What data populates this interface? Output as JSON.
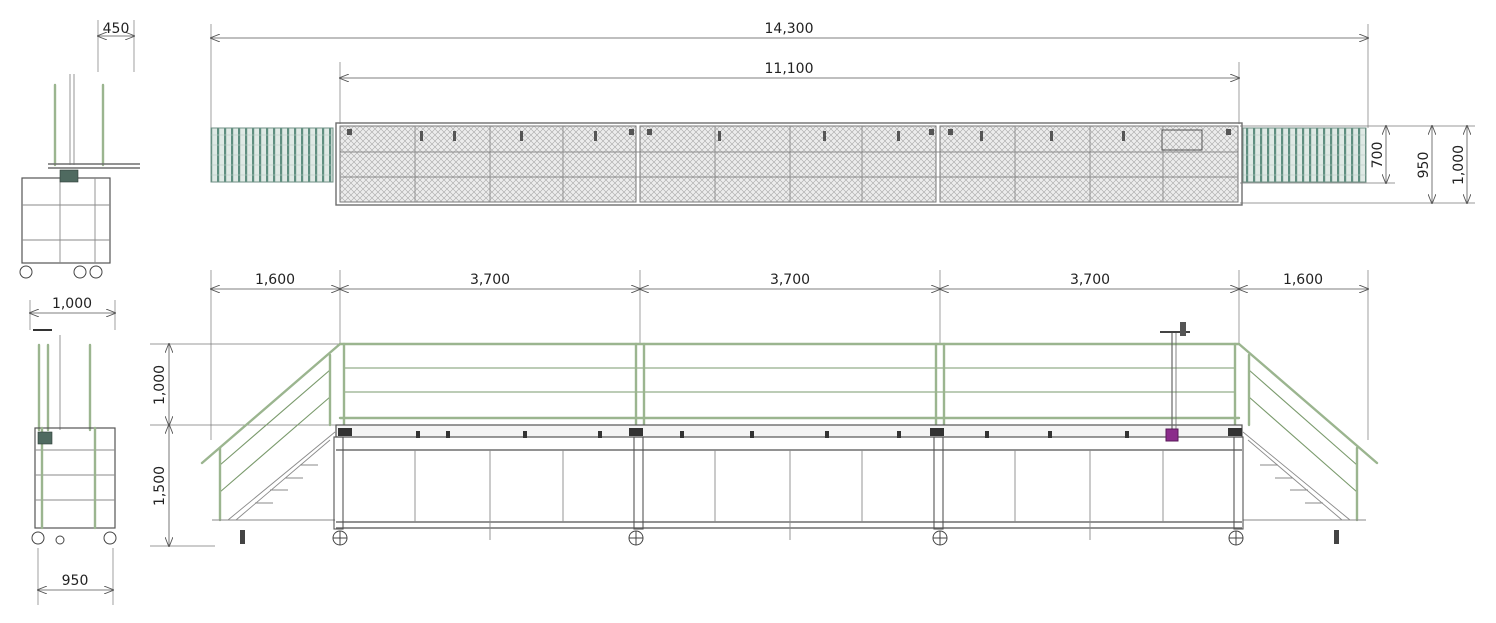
{
  "dimensions": {
    "total_length": "14,300",
    "platform_length": "11,100",
    "top_depth_1": "700",
    "top_depth_2": "950",
    "top_depth_3": "1,000",
    "stair_left": "1,600",
    "span_1": "3,700",
    "span_2": "3,700",
    "span_3": "3,700",
    "stair_right": "1,600",
    "rail_height": "1,000",
    "deck_height": "1,500",
    "side_top_width": "450",
    "side_mid_width": "1,000",
    "side_bottom_width": "950"
  },
  "colors": {
    "handrail": "#9bb58f",
    "grating": "#5f8f80",
    "mesh": "#9a9a9a",
    "accent_part": "#8b2c8b"
  }
}
